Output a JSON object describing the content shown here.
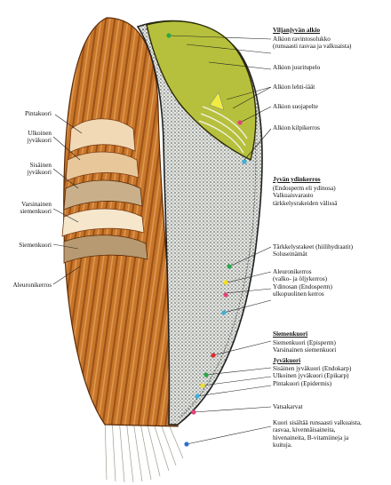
{
  "colors": {
    "husk": "#c8762a",
    "husk_dark": "#7a3a10",
    "germ": "#b8c43a",
    "endosperm": "#d9dcd6",
    "dot_green": "#2aa84a",
    "dot_pink": "#e0447a",
    "dot_yellow": "#f0e020",
    "dot_cyan": "#3cb0d8",
    "dot_red": "#d83030",
    "dot_blue": "#3070d0"
  },
  "left_labels": {
    "l1": "Pintakuori",
    "l2": "Ulkoinen\njyväkuori",
    "l3": "Sisäinen\njyväkuori",
    "l4": "Varsinainen\nsiemenkuori",
    "l5": "Siemenkuori",
    "l6": "Aleuronikerros"
  },
  "right_labels": {
    "germ_head": "Viljanjyvän alkio",
    "r1": "Alkion ravintosolukko\n(runsaasti rasvaa ja valkuaista)",
    "r2": "Alkion juuritupelo",
    "r3": "Alkion lehti-iäät",
    "r4": "Alkion suojapelte",
    "r5": "Alkion kilpikerros",
    "endo_head": "Jyvän ydinkerros",
    "r6": "(Endosperm eli ydinosa)\nValkuaisvarasto\ntärkkelysrakeiden välissä",
    "r7": "Tärkkelysrakeet (hiilihydraatit)\nSoluseinämät",
    "r8": "Aleuronikerros\n(valko- ja öljykerros)\nYdinosan (Endosperm)\nulkopuolinen kerros",
    "seed_head": "Siemenkuori",
    "r9": "Siemenkuori (Episperm)\nVarsinainen siemenkuori",
    "husk_head": "Jyväkuori",
    "r10": "Sisäinen jyväkuori (Endokarp)\nUlkoinen jyväkuori (Epikarp)\nPintakuori (Epidermis)",
    "r11": "Vatsakarvat",
    "r12": "Kuori sisältää runsaasti valkuaista,\nrasvaa, kivennäisaineita,\nhivenaineita, B-vitamiineja ja\nkuituja."
  }
}
